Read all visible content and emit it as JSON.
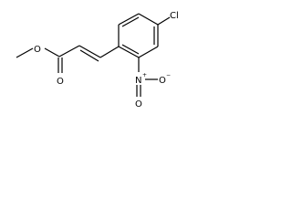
{
  "molecule": {
    "atoms": {
      "methoxy_o": "O",
      "carbonyl_o": "O",
      "chlorine": "Cl",
      "nitro_n": "N",
      "nitro_n_charge": "+",
      "nitro_o_top": "O",
      "nitro_o_right": "O",
      "nitro_o_charge": "−"
    }
  }
}
